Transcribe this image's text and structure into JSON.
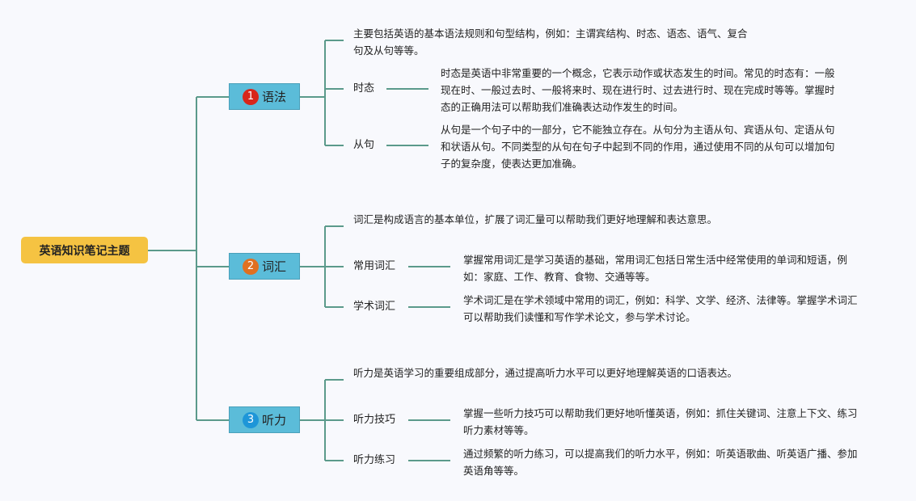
{
  "root": {
    "label": "英语知识笔记主题"
  },
  "colors": {
    "line": "#5b9a8b",
    "root": "#f5c342",
    "category": "#5bbcd9"
  },
  "categories": [
    {
      "number": "1",
      "label": "语法",
      "badge_color": "#d8261a",
      "description": "主要包括英语的基本语法规则和句型结构，例如：主谓宾结构、时态、语态、语气、复合句及从句等等。",
      "children": [
        {
          "label": "时态",
          "detail": "时态是英语中非常重要的一个概念，它表示动作或状态发生的时间。常见的时态有：一般现在时、一般过去时、一般将来时、现在进行时、过去进行时、现在完成时等等。掌握时态的正确用法可以帮助我们准确表达动作发生的时间。"
        },
        {
          "label": "从句",
          "detail": "从句是一个句子中的一部分，它不能独立存在。从句分为主语从句、宾语从句、定语从句和状语从句。不同类型的从句在句子中起到不同的作用，通过使用不同的从句可以增加句子的复杂度，使表达更加准确。"
        }
      ]
    },
    {
      "number": "2",
      "label": "词汇",
      "badge_color": "#e07020",
      "description": "词汇是构成语言的基本单位，扩展了词汇量可以帮助我们更好地理解和表达意思。",
      "children": [
        {
          "label": "常用词汇",
          "detail": "掌握常用词汇是学习英语的基础，常用词汇包括日常生活中经常使用的单词和短语，例如：家庭、工作、教育、食物、交通等等。"
        },
        {
          "label": "学术词汇",
          "detail": "学术词汇是在学术领域中常用的词汇，例如：科学、文学、经济、法律等。掌握学术词汇可以帮助我们读懂和写作学术论文，参与学术讨论。"
        }
      ]
    },
    {
      "number": "3",
      "label": "听力",
      "badge_color": "#1e96d8",
      "description": "听力是英语学习的重要组成部分，通过提高听力水平可以更好地理解英语的口语表达。",
      "children": [
        {
          "label": "听力技巧",
          "detail": "掌握一些听力技巧可以帮助我们更好地听懂英语，例如：抓住关键词、注意上下文、练习听力素材等等。"
        },
        {
          "label": "听力练习",
          "detail": "通过频繁的听力练习，可以提高我们的听力水平，例如：听英语歌曲、听英语广播、参加英语角等等。"
        }
      ]
    }
  ]
}
